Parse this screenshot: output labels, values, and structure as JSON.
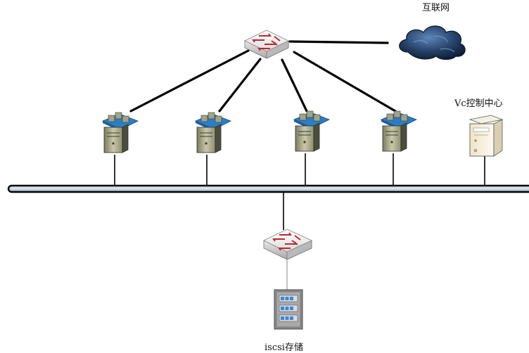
{
  "labels": {
    "internet": "互联网",
    "vcenter": "Vc控制中心",
    "storage": "iscsi存储"
  },
  "icons": {
    "core_switch": "network-switch-icon",
    "internet": "cloud-icon",
    "hosts": "virtualization-host-icon",
    "vcenter": "server-tower-icon",
    "storage_switch": "network-switch-icon",
    "storage": "storage-array-icon"
  },
  "colors": {
    "line": "#000000",
    "bus_fill": "#c8d3e0",
    "cloud": "#1f3d66",
    "switch_arrow": "#c0282d",
    "host_panel": "#2b7dc6",
    "storage_led": "#3d86d8"
  }
}
